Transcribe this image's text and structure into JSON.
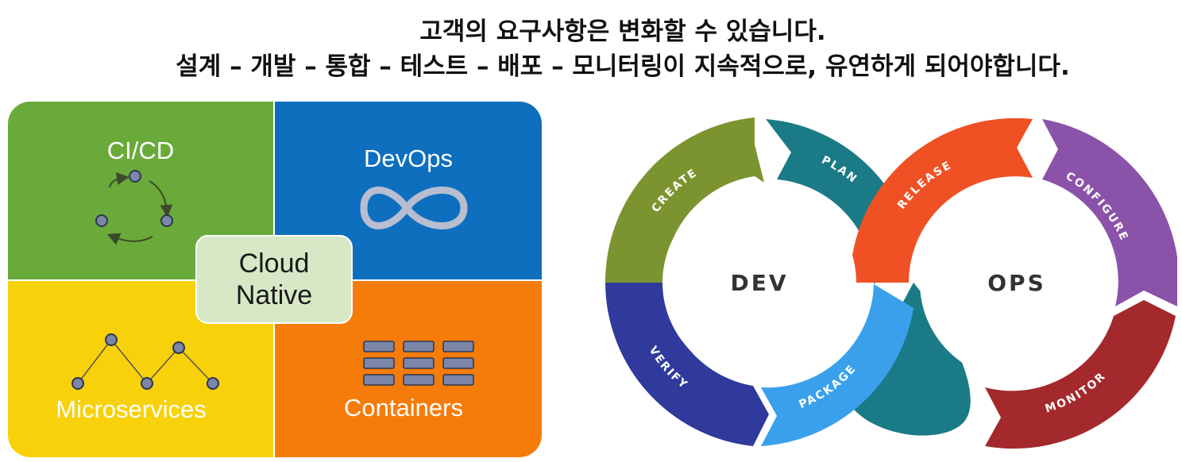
{
  "heading": {
    "line1": "고객의 요구사항은 변화할 수 있습니다.",
    "line2": "설계 – 개발 – 통합 – 테스트 – 배포 – 모니터링이 지속적으로, 유연하게 되어야합니다."
  },
  "cloud_native": {
    "center_line1": "Cloud",
    "center_line2": "Native",
    "quadrants": {
      "cicd": "CI/CD",
      "devops": "DevOps",
      "microservices": "Microservices",
      "containers": "Containers"
    },
    "colors": {
      "green": "#6aaa3a",
      "blue": "#0d6fbe",
      "yellow": "#f7d10a",
      "orange": "#f67c0a",
      "center": "#d6e8c6",
      "node": "#7b86a8"
    }
  },
  "devops_loop": {
    "dev_label": "DEV",
    "ops_label": "OPS",
    "stages": {
      "create": "CREATE",
      "plan": "PLAN",
      "verify": "VERIFY",
      "package": "PACKAGE",
      "release": "RELEASE",
      "configure": "CONFIGURE",
      "monitor": "MONITOR"
    },
    "colors": {
      "create": "#7c9430",
      "plan": "#1a7a85",
      "verify": "#2f3a9c",
      "package": "#3aa0ec",
      "release": "#ef5124",
      "configure": "#8a52a8",
      "monitor": "#a3292c"
    }
  }
}
